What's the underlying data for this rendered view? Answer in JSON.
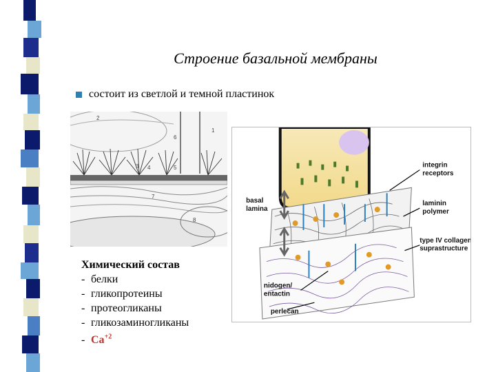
{
  "slide": {
    "title": "Строение базальной мембраны",
    "bullet_text": "состоит из светлой и темной пластинок",
    "accent_color": "#2f7fb0"
  },
  "composition": {
    "heading": "Химический состав",
    "items": [
      "белки",
      "гликопротеины",
      "протеогликаны",
      "гликозаминогликаны"
    ],
    "ion": "Ca",
    "ion_charge": "+2",
    "ion_color": "#c0302a"
  },
  "micrograph": {
    "numbers": [
      "2",
      "6",
      "1",
      "3",
      "4",
      "5",
      "7",
      "8"
    ]
  },
  "diagram": {
    "labels": {
      "integrin": "integrin\nreceptors",
      "laminin": "laminin\npolymer",
      "collagen": "type IV collagen\nsuprastructure",
      "basal": "basal\nlamina",
      "nidogen": "nidogen/\nentactin",
      "perlecan": "perlecan"
    }
  }
}
